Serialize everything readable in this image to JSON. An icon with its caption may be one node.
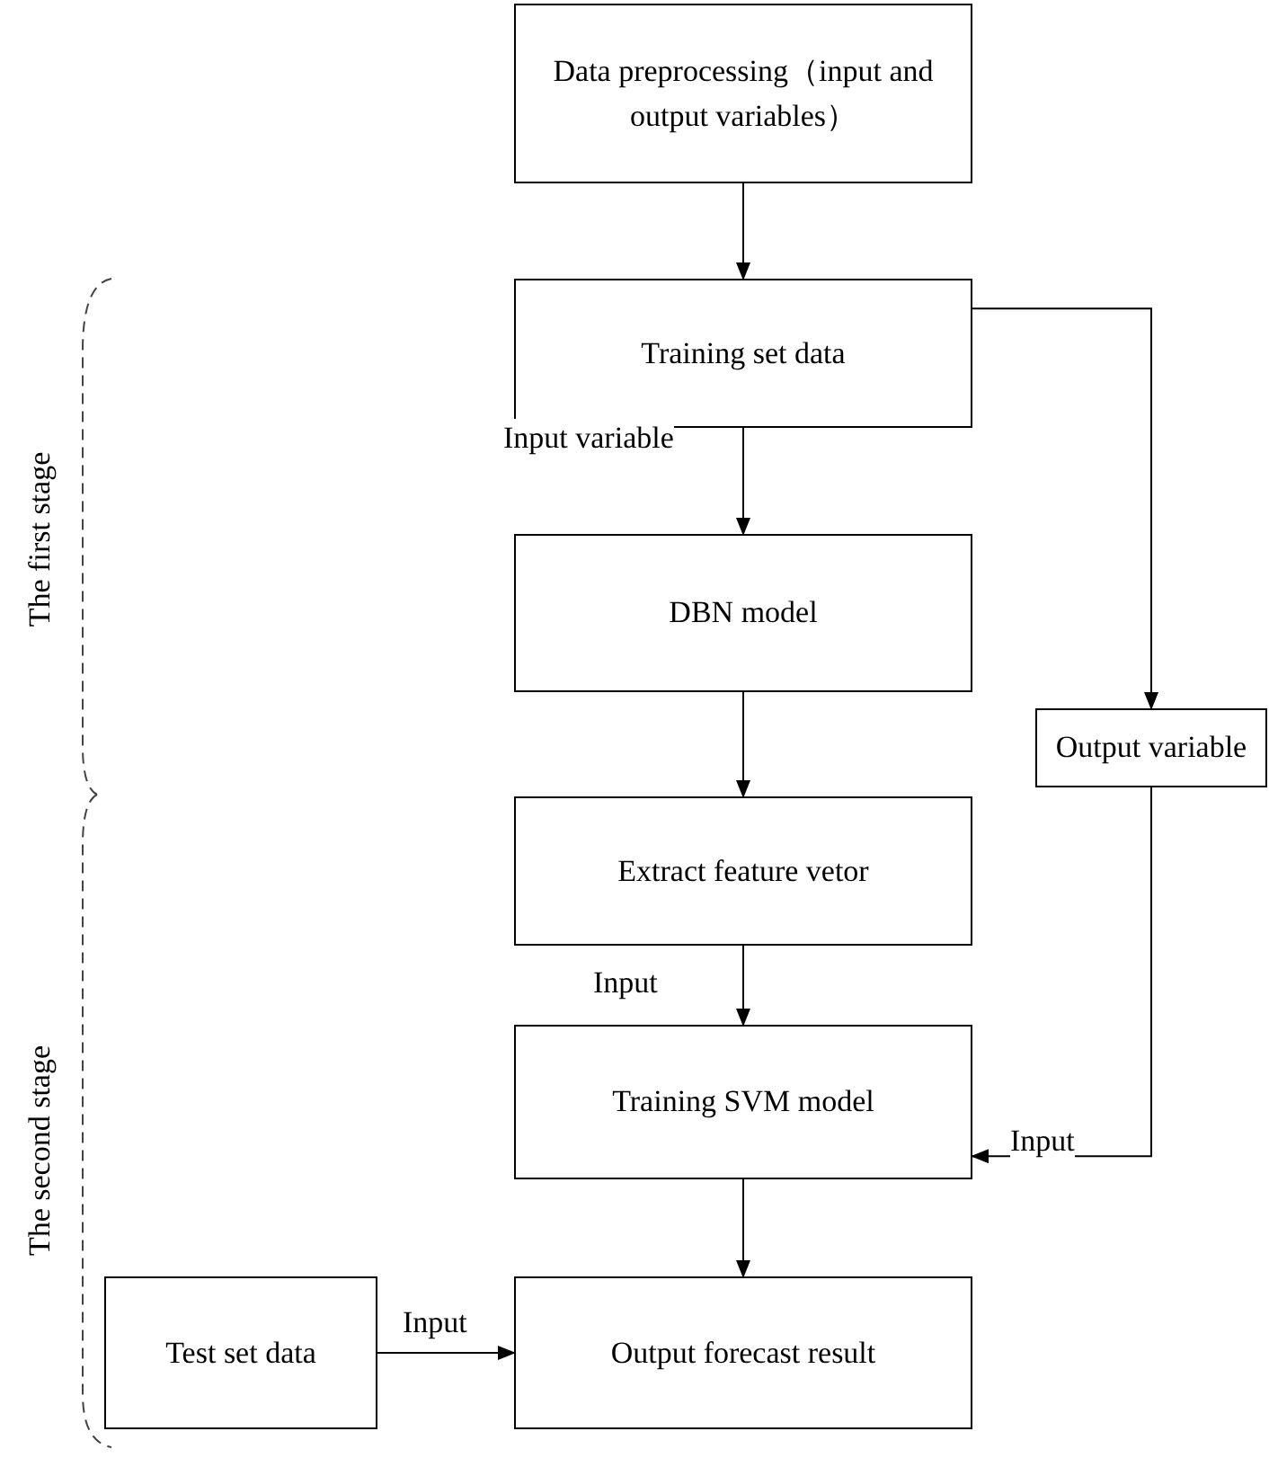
{
  "diagram": {
    "nodes": [
      {
        "text": [
          "Data preprocessing（input and output variables）"
        ]
      },
      {
        "text": [
          "Training set data"
        ]
      },
      {
        "text": [
          "DBN model"
        ]
      },
      {
        "text": [
          "Output variable"
        ]
      },
      {
        "text": [
          "Extract feature vetor"
        ]
      },
      {
        "text": [
          "Training SVM model"
        ]
      },
      {
        "text": [
          "Test set data"
        ]
      },
      {
        "text": [
          "Output forecast result"
        ]
      }
    ],
    "edges": [
      {
        "from": 0,
        "to": 1,
        "arrow": "to"
      },
      {
        "from": 1,
        "to": 2,
        "arrow": "to",
        "label": "Input variable"
      },
      {
        "from": 1,
        "to": 3,
        "arrow": "to"
      },
      {
        "from": 2,
        "to": 4,
        "arrow": "to"
      },
      {
        "from": 4,
        "to": 5,
        "arrow": "to",
        "label": "Input"
      },
      {
        "from": 3,
        "to": 5,
        "arrow": "to",
        "label": "Input"
      },
      {
        "from": 5,
        "to": 7,
        "arrow": "to"
      },
      {
        "from": 6,
        "to": 7,
        "arrow": "to",
        "label": "Input"
      }
    ],
    "labels": [
      "The first stage",
      "The second stage"
    ]
  }
}
